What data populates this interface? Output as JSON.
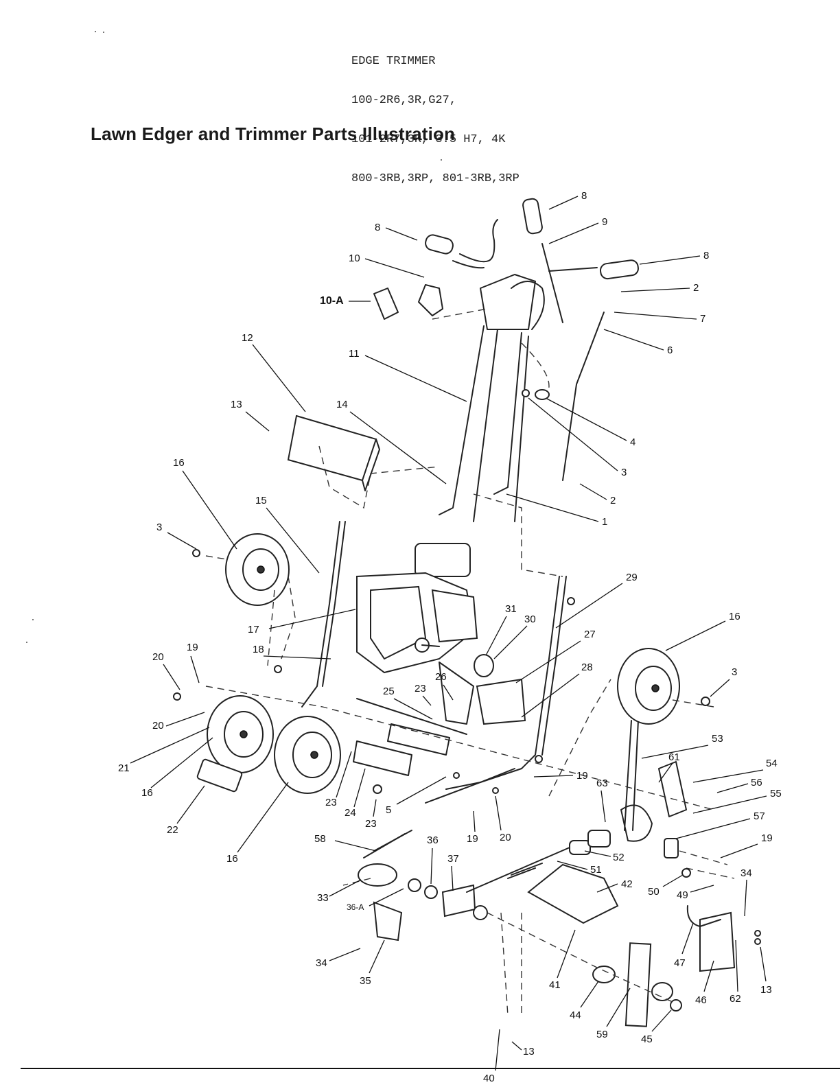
{
  "header": {
    "model_lines": [
      "EDGE TRIMMER",
      "100-2R6,3R,G27,",
      "101-2R7,3R, 3.5 H7, 4K",
      "800-3RB,3RP, 801-3RB,3RP"
    ]
  },
  "title": "Lawn Edger and Trimmer  Parts Illustration",
  "callouts": [
    "8",
    "8",
    "9",
    "8",
    "10",
    "10-A",
    "2",
    "7",
    "6",
    "12",
    "11",
    "13",
    "14",
    "4",
    "3",
    "16",
    "15",
    "3",
    "2",
    "1",
    "29",
    "17",
    "31",
    "30",
    "16",
    "20",
    "19",
    "18",
    "27",
    "3",
    "28",
    "26",
    "23",
    "25",
    "20",
    "21",
    "53",
    "61",
    "54",
    "56",
    "55",
    "16",
    "19",
    "63",
    "22",
    "23",
    "24",
    "23",
    "5",
    "19",
    "20",
    "57",
    "19",
    "58",
    "36",
    "37",
    "52",
    "51",
    "16",
    "33",
    "36-A",
    "42",
    "34",
    "50",
    "49",
    "47",
    "46",
    "62",
    "13",
    "34",
    "35",
    "41",
    "44",
    "59",
    "45",
    "40",
    "13"
  ]
}
